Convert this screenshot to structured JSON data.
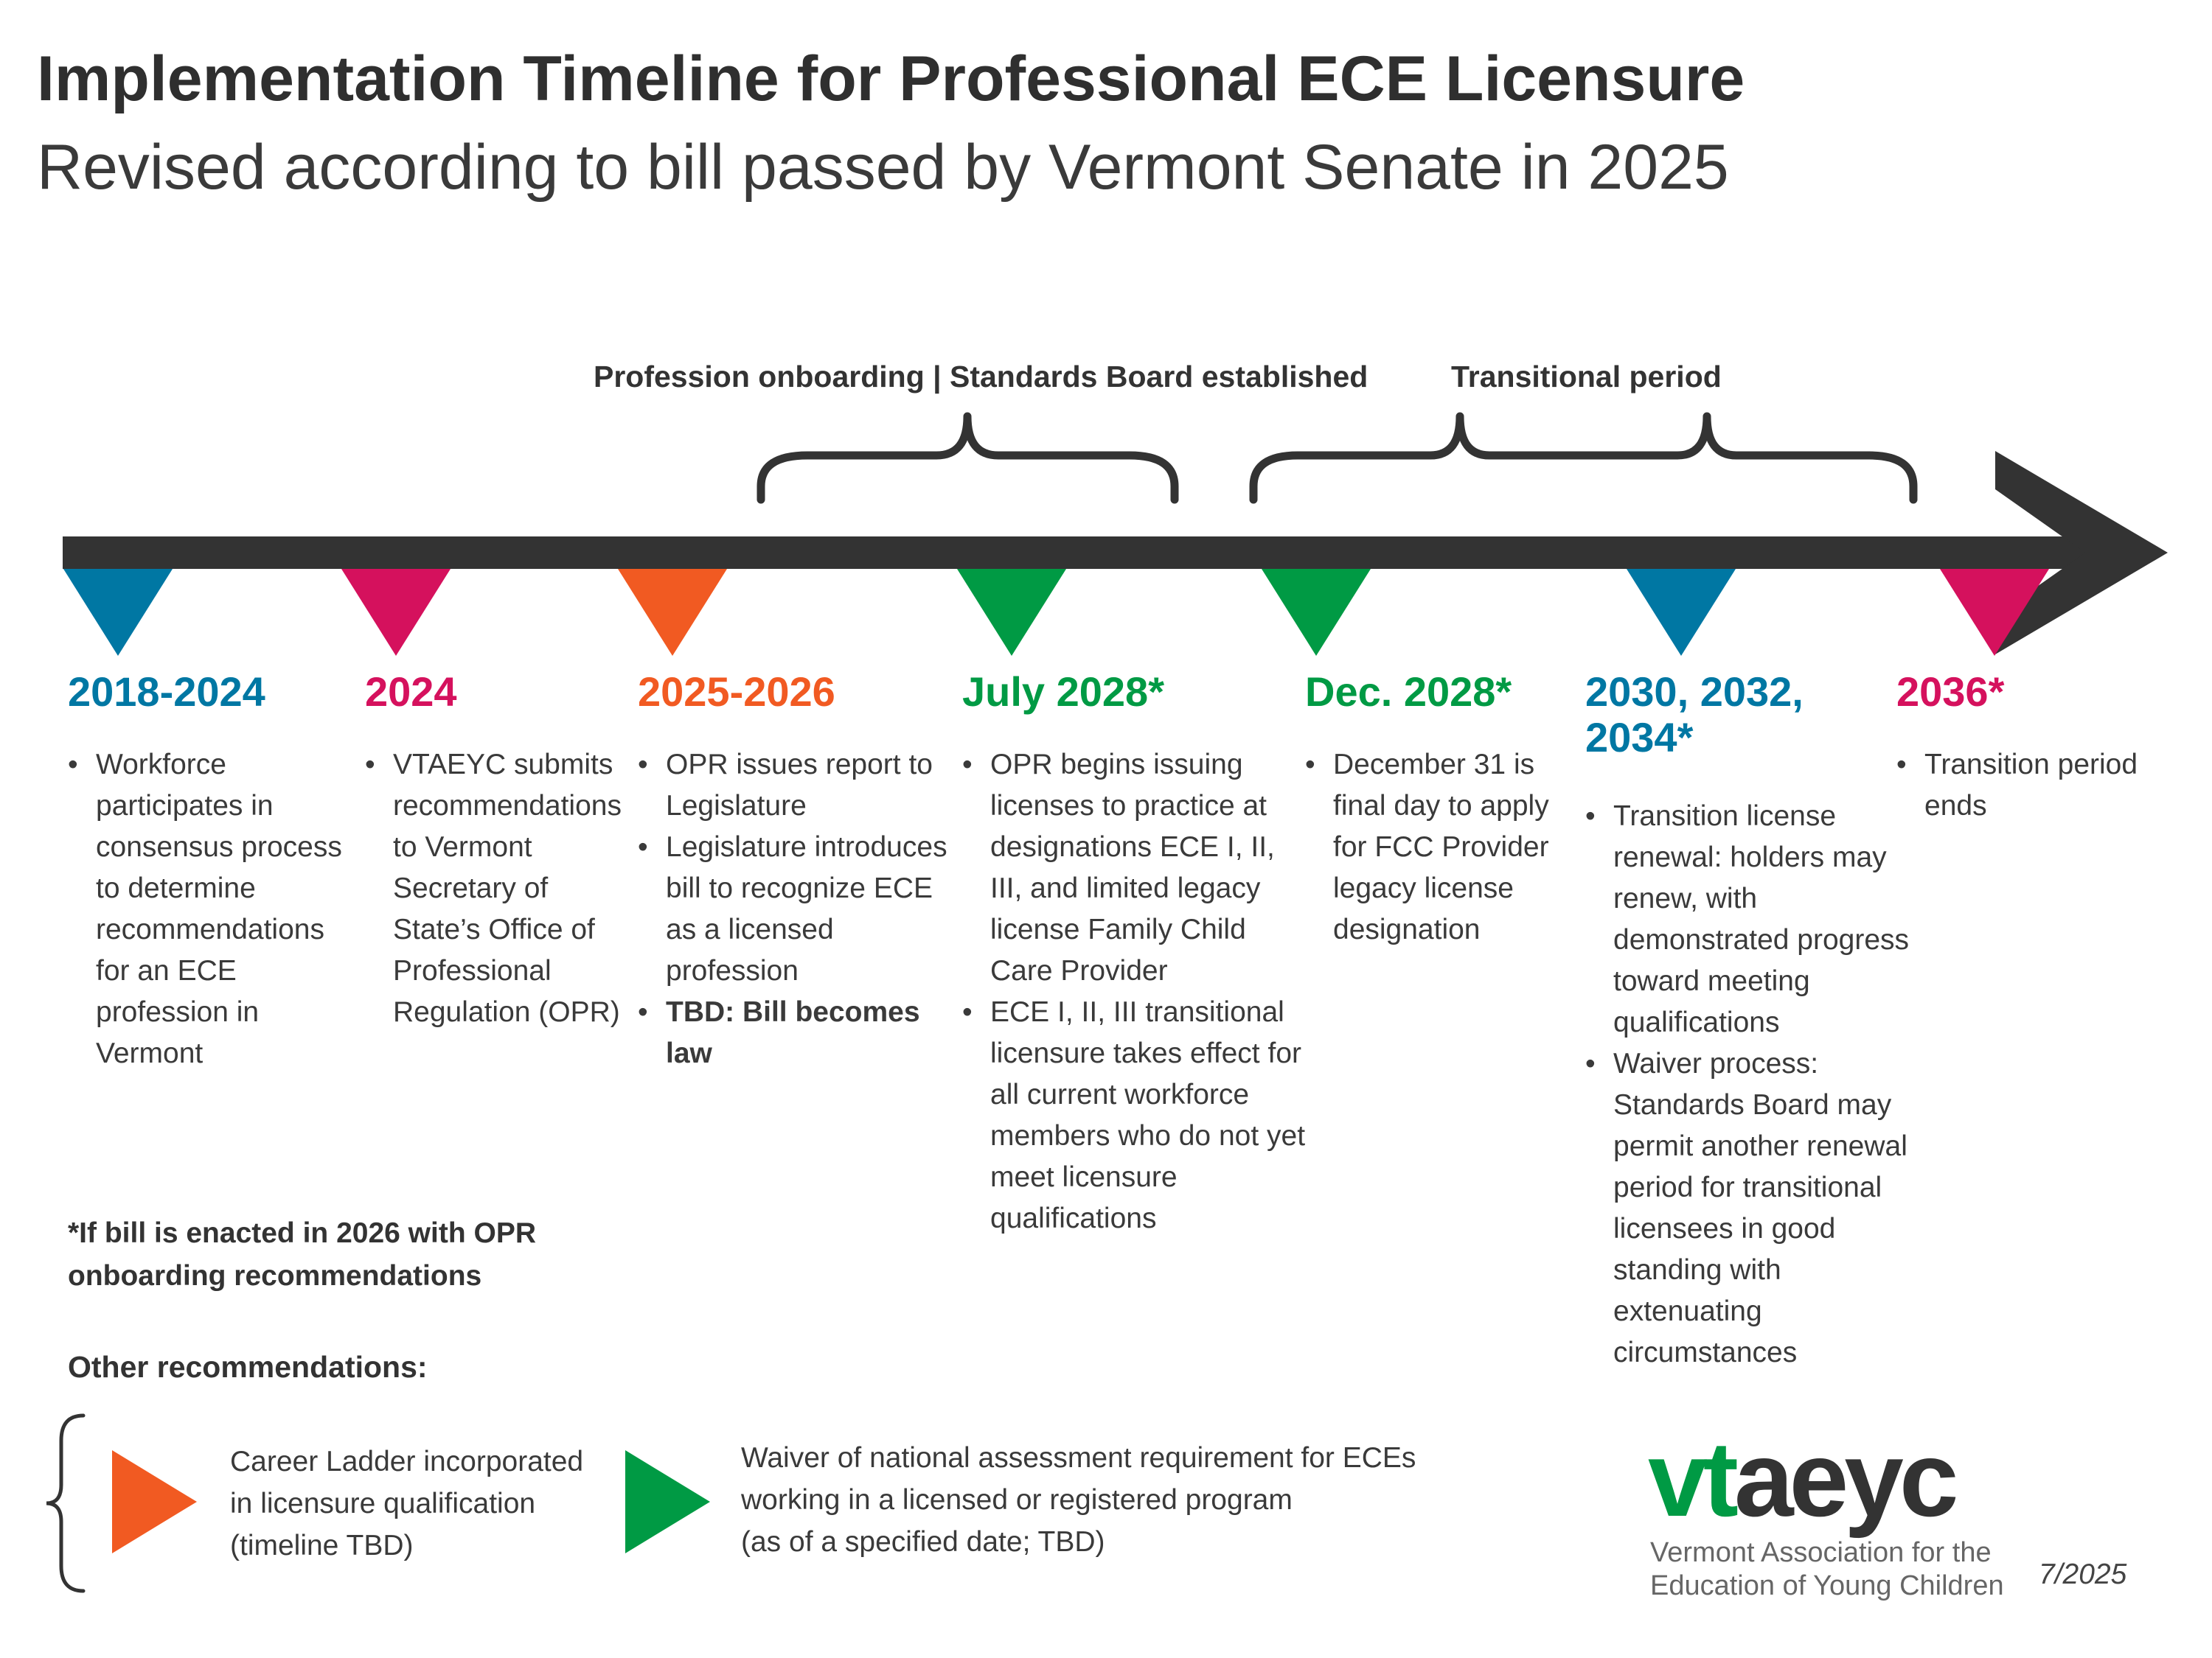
{
  "header": {
    "title": "Implementation Timeline for Professional ECE Licensure",
    "subtitle": "Revised according to bill passed by Vermont Senate in 2025"
  },
  "braces": {
    "onboarding_label": "Profession onboarding | Standards Board established",
    "transitional_label": "Transitional period"
  },
  "colors": {
    "blue": "#0077A3",
    "magenta": "#D5115D",
    "orange": "#F15A22",
    "green": "#009A44",
    "arrow": "#333333"
  },
  "milestones": [
    {
      "period": "2018-2024",
      "color": "blue",
      "bullets": [
        "Workforce participates in consensus process to determine recommendations for an ECE profession in Vermont"
      ],
      "bold_bullets": []
    },
    {
      "period": "2024",
      "color": "magenta",
      "bullets": [
        "VTAEYC submits recommendations to Vermont Secretary of State’s Office of Professional Regulation (OPR)"
      ],
      "bold_bullets": []
    },
    {
      "period": "2025-2026",
      "color": "orange",
      "bullets": [
        "OPR issues report to Legislature",
        "Legislature introduces bill to recognize ECE as a licensed profession"
      ],
      "bold_bullets": [
        "TBD: Bill becomes law"
      ]
    },
    {
      "period": "July 2028*",
      "color": "green",
      "bullets": [
        "OPR begins issuing licenses to practice at designations ECE I, II, III, and limited legacy license Family Child Care Provider",
        "ECE I, II, III transitional licensure takes effect for all current workforce members who do not yet meet licensure qualifications"
      ],
      "bold_bullets": []
    },
    {
      "period": "Dec. 2028*",
      "color": "green",
      "bullets": [
        "December 31 is final day to apply for FCC Provider legacy license designation"
      ],
      "bold_bullets": []
    },
    {
      "period": "2030, 2032, 2034*",
      "color": "blue",
      "bullets": [
        "Transition license renewal: holders may renew, with demonstrated progress toward meeting qualifications",
        "Waiver process: Standards Board may permit another renewal period for transitional licensees in good standing with extenuating circumstances"
      ],
      "bold_bullets": []
    },
    {
      "period": "2036*",
      "color": "magenta",
      "bullets": [
        "Transition period ends"
      ],
      "bold_bullets": []
    }
  ],
  "footnote": "*If bill is enacted in 2026 with OPR onboarding recommendations",
  "other": {
    "heading": "Other recommendations:",
    "items": [
      {
        "color": "orange",
        "text_lines": [
          "Career Ladder incorporated",
          "in licensure qualification",
          "(timeline TBD)"
        ]
      },
      {
        "color": "green",
        "text_lines": [
          "Waiver of national assessment requirement for ECEs",
          "working in a licensed or registered program",
          "(as of a specified date; TBD)"
        ]
      }
    ]
  },
  "logo": {
    "part1": "vt",
    "part2": "aeyc",
    "part1_color": "#009A44",
    "part2_color": "#333333",
    "tagline_line1": "Vermont Association for the",
    "tagline_line2": "Education of Young Children"
  },
  "date": "7/2025"
}
